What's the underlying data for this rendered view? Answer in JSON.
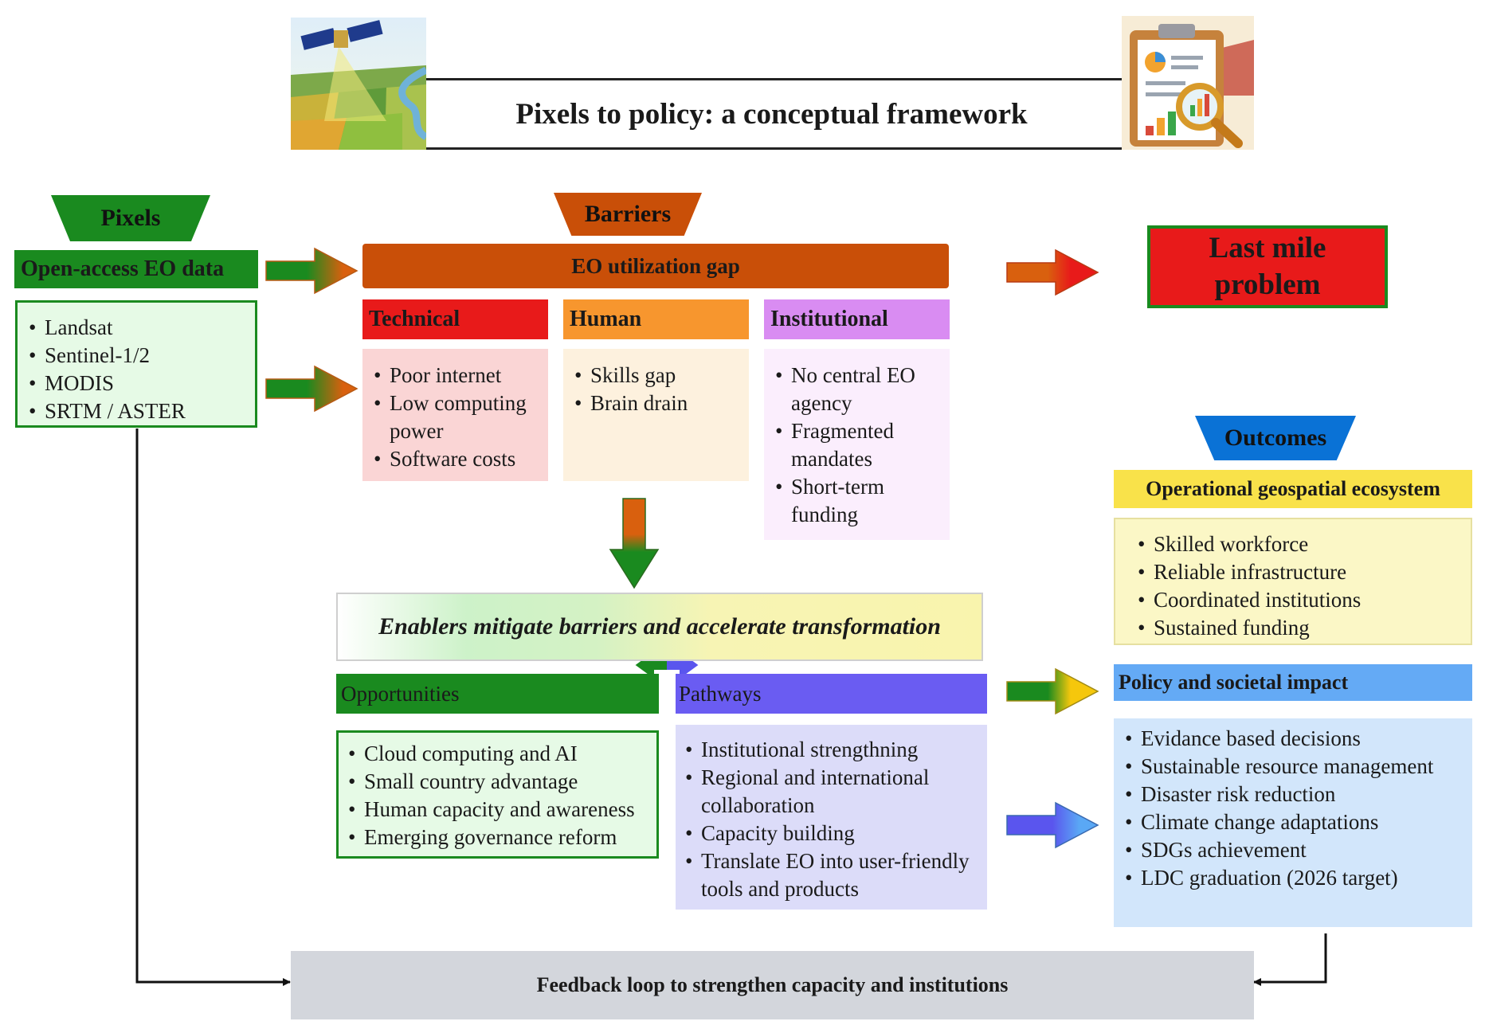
{
  "title": "Pixels to policy: a conceptual framework",
  "images": {
    "left": "satellite-over-fields-illustration",
    "right": "clipboard-charts-magnifier-illustration"
  },
  "pixels": {
    "label": "Pixels",
    "header": "Open-access EO data",
    "items": [
      "Landsat",
      "Sentinel-1/2",
      "MODIS",
      "SRTM / ASTER"
    ]
  },
  "barriers": {
    "label": "Barriers",
    "gap": "EO utilization gap",
    "technical": {
      "title": "Technical",
      "items": [
        "Poor internet",
        "Low computing power",
        "Software costs"
      ]
    },
    "human": {
      "title": "Human",
      "items": [
        "Skills gap",
        "Brain drain"
      ]
    },
    "institutional": {
      "title": "Institutional",
      "items": [
        "No central EO agency",
        "Fragmented mandates",
        "Short-term funding"
      ]
    }
  },
  "last_mile": "Last mile problem",
  "enablers": {
    "banner": "Enablers mitigate barriers and accelerate transformation",
    "opportunities": {
      "title": "Opportunities",
      "items": [
        "Cloud computing and AI",
        "Small country advantage",
        "Human capacity and awareness",
        "Emerging governance reform"
      ]
    },
    "pathways": {
      "title": "Pathways",
      "items": [
        "Institutional strengthning",
        "Regional and international collaboration",
        "Capacity building",
        "Translate EO into user-friendly tools and products"
      ]
    }
  },
  "outcomes": {
    "label": "Outcomes",
    "ecosystem": {
      "title": "Operational geospatial ecosystem",
      "items": [
        "Skilled workforce",
        "Reliable infrastructure",
        "Coordinated institutions",
        "Sustained funding"
      ]
    },
    "impact": {
      "title": "Policy and societal impact",
      "items": [
        "Evidance based decisions",
        "Sustainable resource management",
        "Disaster risk reduction",
        "Climate change adaptations",
        "SDGs achievement",
        "LDC graduation (2026 target)"
      ]
    }
  },
  "feedback": "Feedback loop to strengthen capacity and institutions",
  "colors": {
    "green": "#1a8a1f",
    "orange": "#c94f08",
    "red": "#e81a1a",
    "human": "#f7962e",
    "institutional": "#d98cf2",
    "purple": "#6a5cf2",
    "blue": "#64aaf5",
    "yellow": "#f9e24a",
    "gray": "#d3d6dc"
  }
}
